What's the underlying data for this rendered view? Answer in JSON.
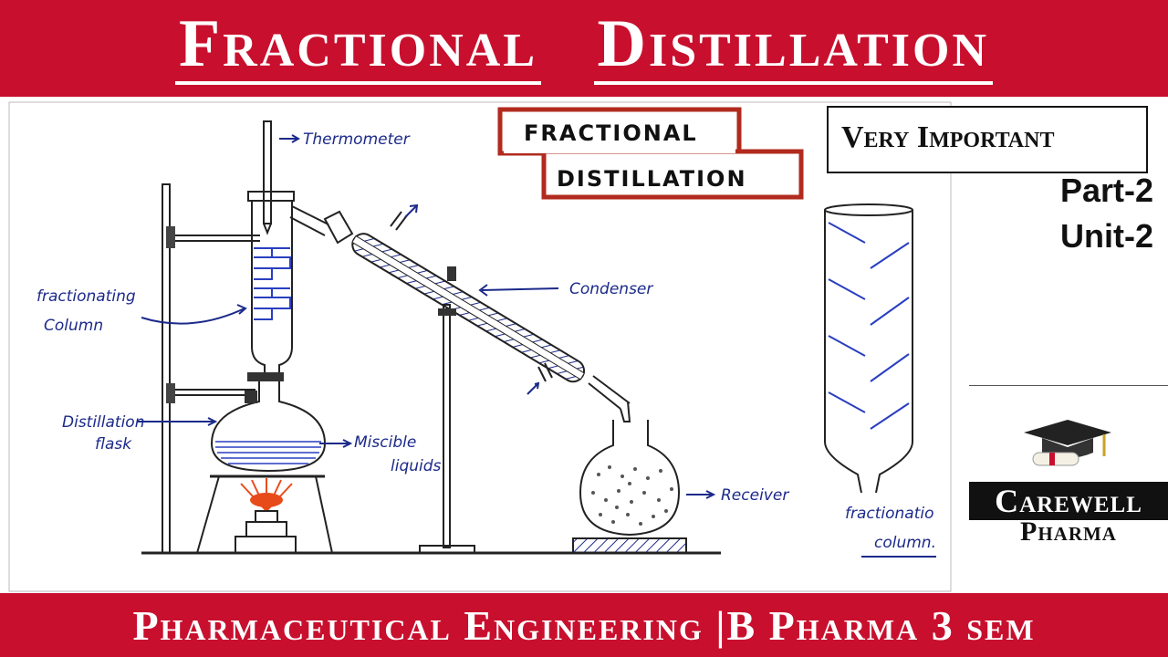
{
  "header": {
    "word1": "Fractional",
    "word2": "Distillation"
  },
  "footer": {
    "title": "Pharmaceutical Engineering |B Pharma 3 sem"
  },
  "diagram": {
    "heading_line1": "FRACTIONAL",
    "heading_line2": "DISTILLATION",
    "labels": {
      "thermometer": "Thermometer",
      "fractionating_col_1": "fractionating",
      "fractionating_col_2": "Column",
      "condenser": "Condenser",
      "distillation_flask_1": "Distillation",
      "distillation_flask_2": "flask",
      "miscible_1": "Miscible",
      "miscible_2": "liquids",
      "receiver": "Receiver",
      "side_col_1": "fractionatio",
      "side_col_2": "column."
    }
  },
  "badge": {
    "text": "Very Important"
  },
  "part": "Part-2",
  "unit": "Unit-2",
  "brand": {
    "name": "Carewell",
    "sub": "Pharma"
  },
  "colors": {
    "banner": "#c8102e",
    "ink": "#1c2a8a",
    "flame": "#e84b1a"
  }
}
